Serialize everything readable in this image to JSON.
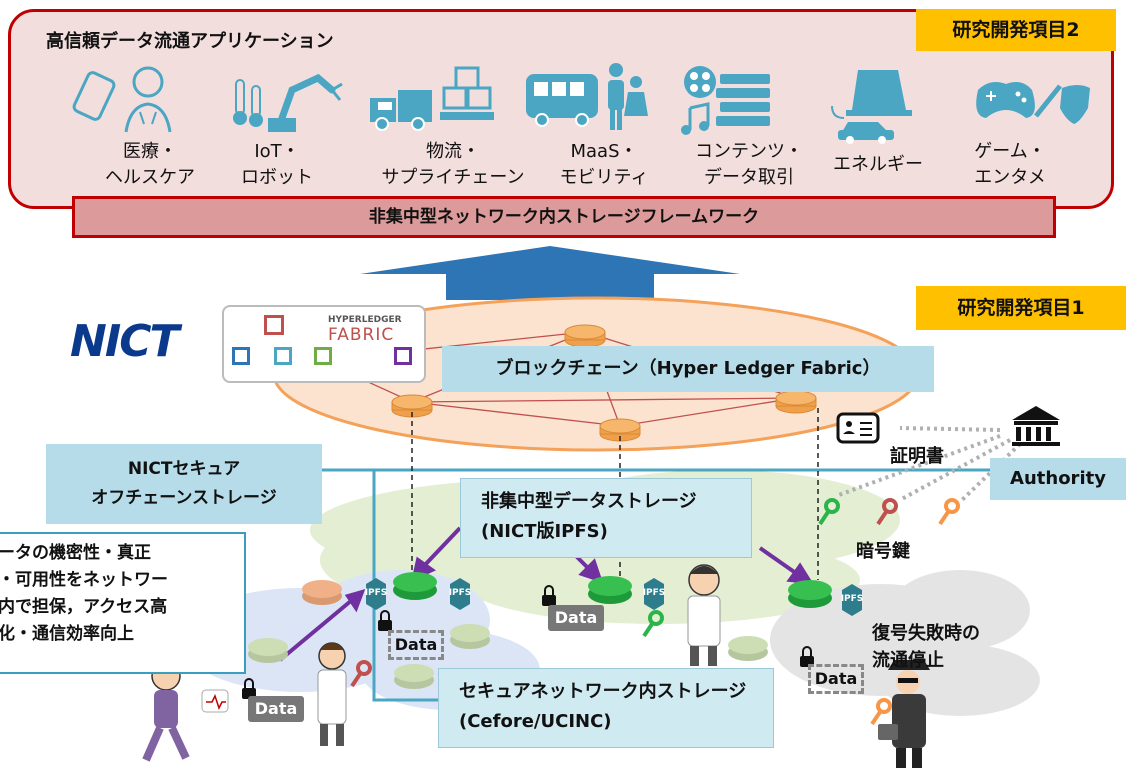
{
  "top": {
    "title": "高信頼データ流通アプリケーション",
    "tag": "研究開発項目2",
    "framework": "非集中型ネットワーク内ストレージフレームワーク",
    "use_cases": [
      {
        "label": "医療・\nヘルスケア",
        "icon": "medical-icon"
      },
      {
        "label": "IoT・\nロボット",
        "icon": "robot-icon"
      },
      {
        "label": "物流・\nサプライチェーン",
        "icon": "logistics-icon"
      },
      {
        "label": "MaaS・\nモビリティ",
        "icon": "bus-icon"
      },
      {
        "label": "コンテンツ・\nデータ取引",
        "icon": "content-icon"
      },
      {
        "label": "エネルギー",
        "icon": "energy-icon"
      },
      {
        "label": "ゲーム・\nエンタメ",
        "icon": "game-icon"
      }
    ]
  },
  "bottom": {
    "tag": "研究開発項目1",
    "nict_logo": "NICT",
    "hyperledger_logo": {
      "line1": "HYPERLEDGER",
      "line2": "FABRIC"
    },
    "blockchain_label": "ブロックチェーン（Hyper Ledger Fabric）",
    "offchain_label": "NICTセキュア\nオフチェーンストレージ",
    "authority_label": "Authority",
    "certificate_label": "証明書",
    "key_label": "暗号鍵",
    "ipfs_box": "非集中型データストレージ\n(NICT版IPFS)",
    "ipfs_badge": "IPFS",
    "secure_box": "セキュアネットワーク内ストレージ\n(Cefore/UCINC)",
    "note": "ータの機密性・真正\n・可用性をネットワー\n内で担保，アクセス高\n化・通信効率向上",
    "decrypt_fail": "復号失敗時の\n流通停止",
    "data_label": "Data"
  },
  "colors": {
    "red": "#c00000",
    "pink": "#f3dede",
    "gold": "#ffc000",
    "cyan": "#b5dce8",
    "teal": "#4aa6c2",
    "purple": "#7030a0"
  }
}
